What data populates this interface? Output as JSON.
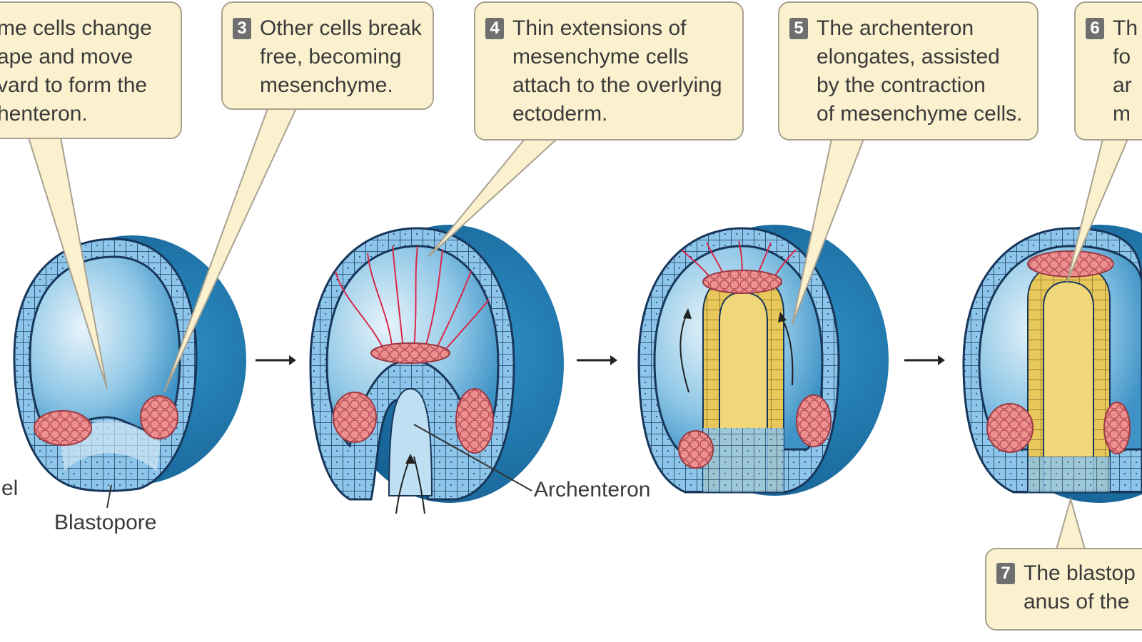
{
  "callouts": [
    {
      "id": "2",
      "num": "",
      "text": "me cells change\nape and move\nvard to form the\nhenteron."
    },
    {
      "id": "3",
      "num": "3",
      "text": "Other cells break\nfree, becoming\nmesenchyme."
    },
    {
      "id": "4",
      "num": "4",
      "text": "Thin extensions of\nmesenchyme cells\nattach to the overlying\nectoderm."
    },
    {
      "id": "5",
      "num": "5",
      "text": "The archenteron\nelongates, assisted\nby the contraction\nof mesenchyme cells."
    },
    {
      "id": "6",
      "num": "6",
      "text": "Th\nfo\nar\nm"
    },
    {
      "id": "7",
      "num": "7",
      "text": "The blastop\nanus of the"
    }
  ],
  "labels": {
    "blastocoel_fragment": "el",
    "blastopore": "Blastopore",
    "archenteron": "Archenteron"
  },
  "colors": {
    "embryo_outer": "#1f78ad",
    "embryo_cells": "#8cc3e8",
    "cell_outline": "#17365a",
    "endoderm_yellow": "#e9c95a",
    "mesenchyme_pink": "#ee8f8f",
    "filopodia_red": "#d8284a",
    "callout_fill": "#fbf1cf"
  }
}
